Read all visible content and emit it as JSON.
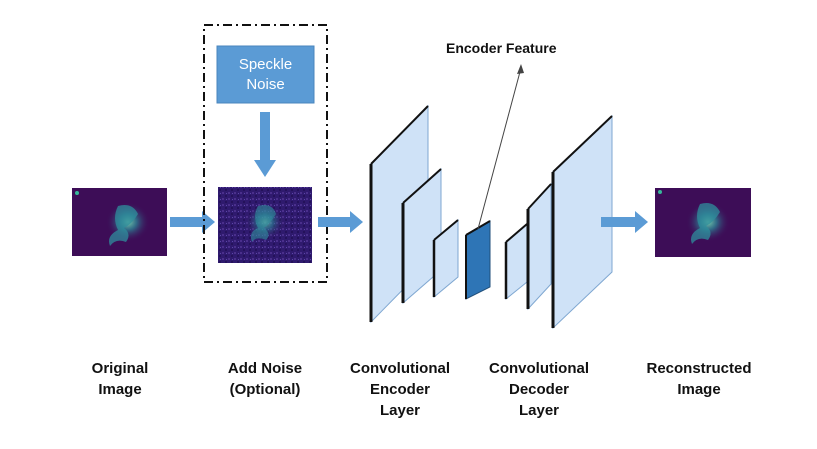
{
  "colors": {
    "arrow": "#5b9bd5",
    "speckle_box": "#5b9bd5",
    "layer_fill": "#cfe2f7",
    "layer_edge": "#7fa7d1",
    "feature_fill": "#2e75b6",
    "heatmap_bg": "#3d0d57",
    "heatmap_hot": "#37b89a"
  },
  "nodes": {
    "speckle_noise": {
      "line1": "Speckle",
      "line2": "Noise"
    },
    "encoder_feature": {
      "label": "Encoder Feature"
    }
  },
  "labels": {
    "original": {
      "line1": "Original",
      "line2": "Image"
    },
    "add_noise": {
      "line1": "Add Noise",
      "line2": "(Optional)"
    },
    "encoder": {
      "line1": "Convolutional",
      "line2": "Encoder",
      "line3": "Layer"
    },
    "decoder": {
      "line1": "Convolutional",
      "line2": "Decoder",
      "line3": "Layer"
    },
    "reconstructed": {
      "line1": "Reconstructed",
      "line2": "Image"
    }
  }
}
